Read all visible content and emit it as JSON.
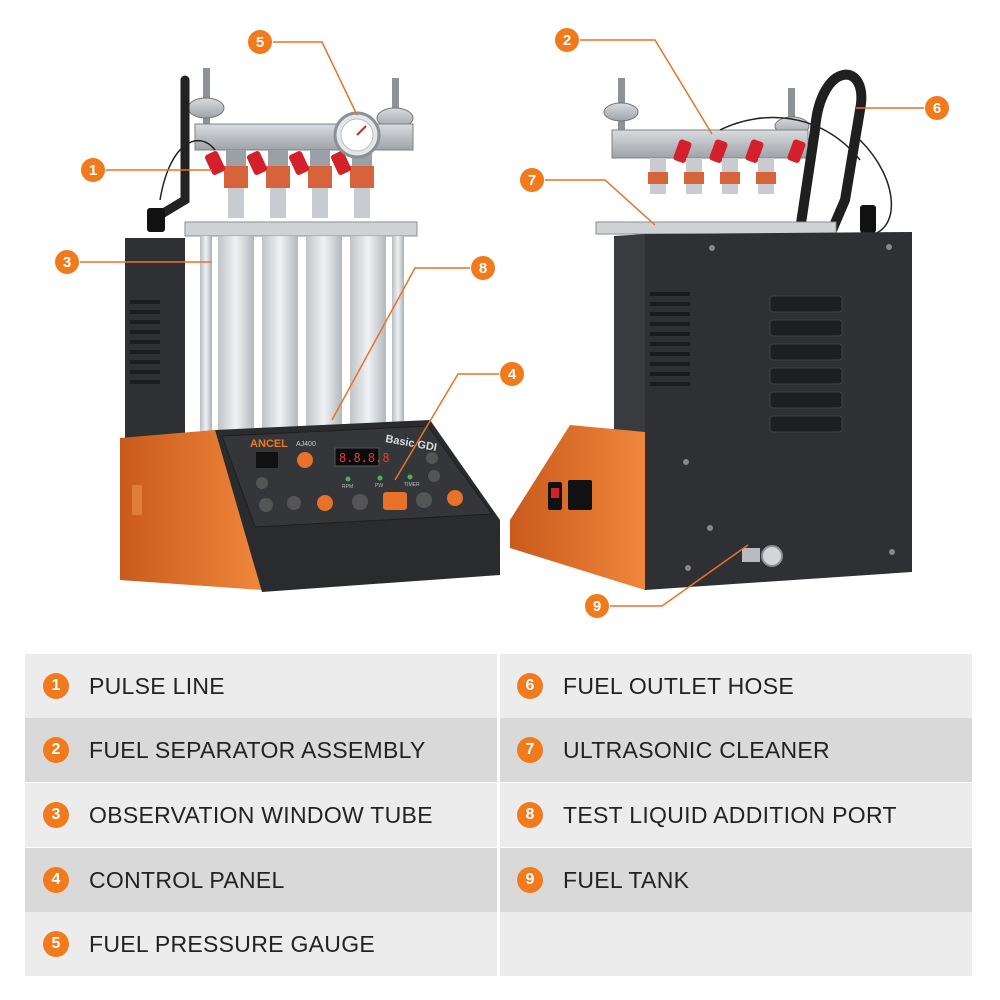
{
  "brand": {
    "name": "ANCEL",
    "model_text": "AJ400",
    "panel_title": "Basic GDI",
    "display_readout": "8.8.8.8",
    "indicators": [
      "RPM",
      "PW",
      "TIMER"
    ]
  },
  "colors": {
    "accent_orange": "#f07a1c",
    "body_dark": "#2f3033",
    "body_orange": "#e8722a",
    "row_shade": "#d9d9d9",
    "row_light": "#ececec"
  },
  "callouts": [
    {
      "num": "1"
    },
    {
      "num": "2"
    },
    {
      "num": "3"
    },
    {
      "num": "4"
    },
    {
      "num": "5"
    },
    {
      "num": "6"
    },
    {
      "num": "7"
    },
    {
      "num": "8"
    },
    {
      "num": "9"
    }
  ],
  "legend": {
    "rows": [
      {
        "left": {
          "num": "1",
          "label": "PULSE LINE"
        },
        "right": {
          "num": "6",
          "label": "FUEL OUTLET HOSE"
        }
      },
      {
        "left": {
          "num": "2",
          "label": "FUEL SEPARATOR ASSEMBLY"
        },
        "right": {
          "num": "7",
          "label": "ULTRASONIC CLEANER"
        }
      },
      {
        "left": {
          "num": "3",
          "label": "OBSERVATION WINDOW TUBE"
        },
        "right": {
          "num": "8",
          "label": "TEST LIQUID ADDITION PORT"
        }
      },
      {
        "left": {
          "num": "4",
          "label": "CONTROL PANEL"
        },
        "right": {
          "num": "9",
          "label": "FUEL TANK"
        }
      },
      {
        "left": {
          "num": "5",
          "label": "FUEL PRESSURE GAUGE"
        },
        "right": null
      }
    ]
  }
}
